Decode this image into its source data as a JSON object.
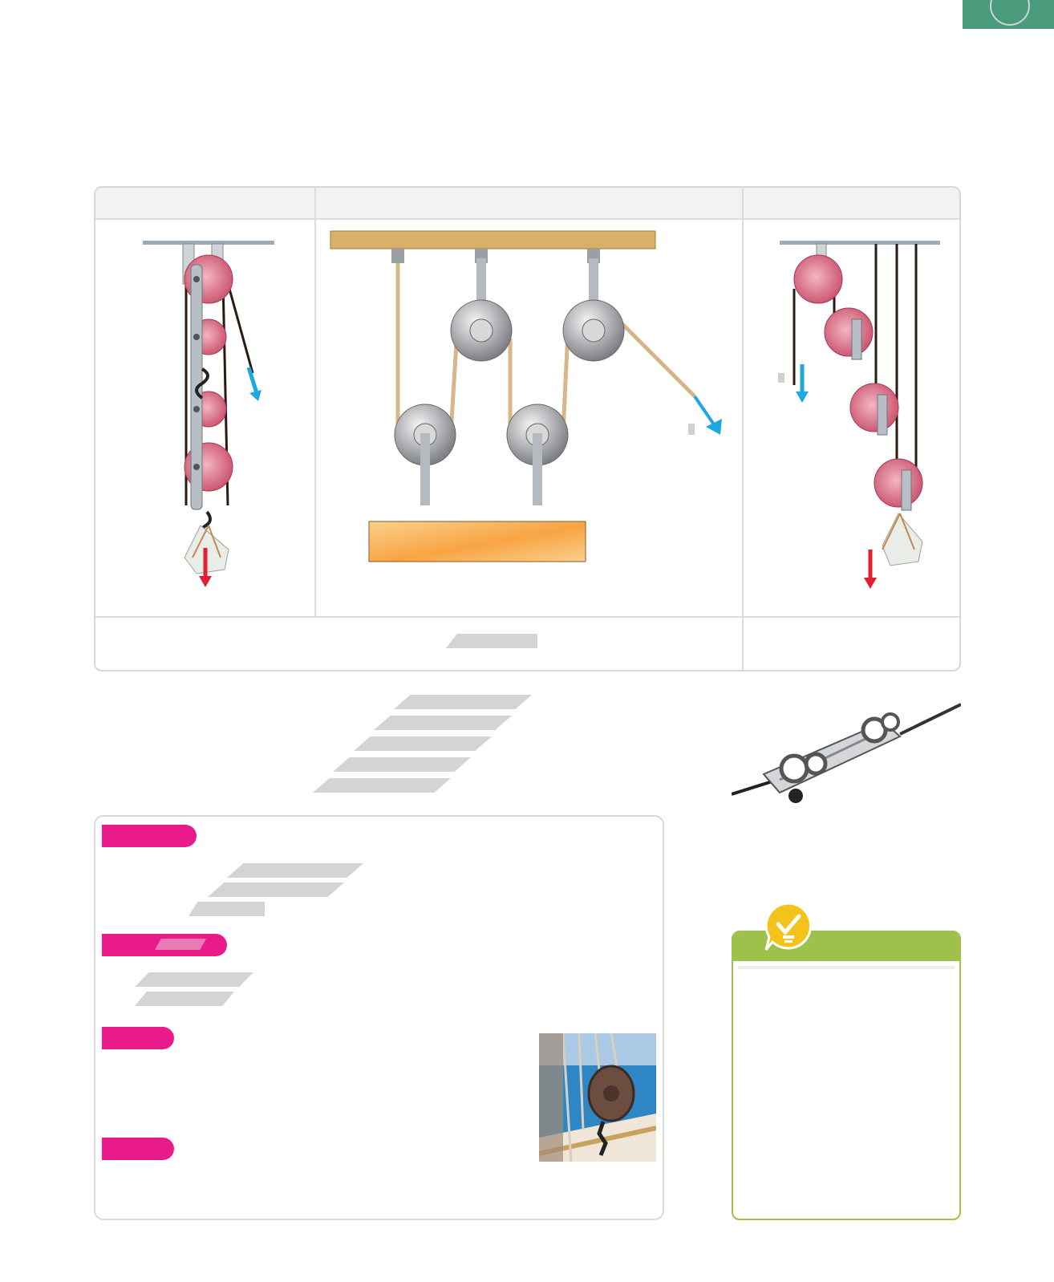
{
  "page": {
    "corner_tab_color": "#4a9a7c",
    "accent_pink": "#e81a8c",
    "tip_green": "#9dc14a"
  },
  "table": {
    "headers": [
      "",
      "",
      ""
    ],
    "footer_texts": [
      "",
      ""
    ]
  },
  "diagrams": {
    "left_pulley_system": "compound-pulley-with-load",
    "middle_pulley_system": "block-and-tackle-with-beam",
    "right_pulley_system": "cascade-pulley-with-load"
  },
  "info_box": {
    "section_labels": [
      "",
      "",
      "",
      ""
    ]
  },
  "tip_box": {
    "title": "",
    "icon": "checkmark-bulb-icon"
  },
  "photos": {
    "top_right": "metal-pulley-block-photo",
    "ship": "ship-rigging-block-photo"
  }
}
